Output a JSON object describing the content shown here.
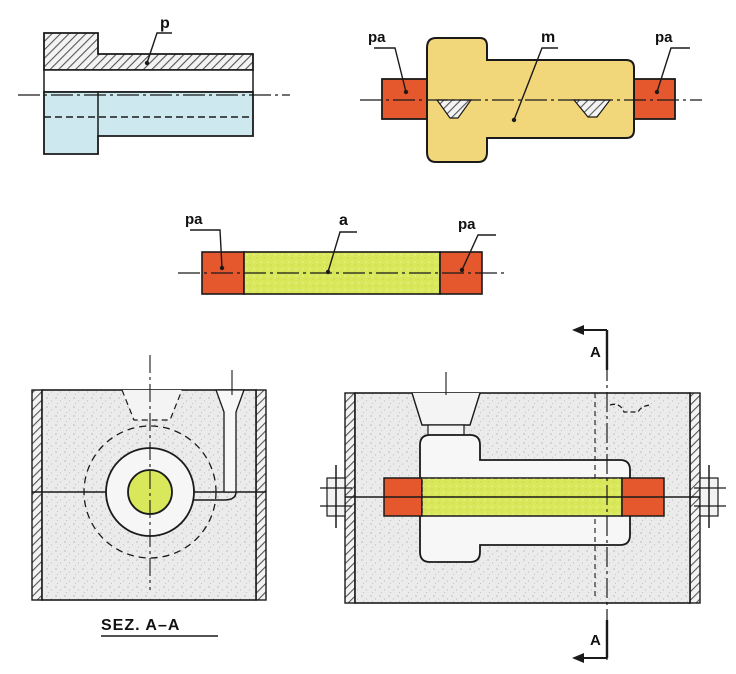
{
  "labels": {
    "p": "p",
    "m": "m",
    "pa": "pa",
    "a": "a",
    "section_mark": "A",
    "section_caption": "SEZ. A–A"
  },
  "colors": {
    "pattern_light_blue": "#cde9ef",
    "mold_model_yellow": "#f2d77a",
    "core_print_orange": "#e5572c",
    "core_yellow_green": "#d9e85a",
    "sand_grey": "#e9e9e9",
    "flask_hatch": "#555555",
    "line": "#1a1a1a"
  }
}
